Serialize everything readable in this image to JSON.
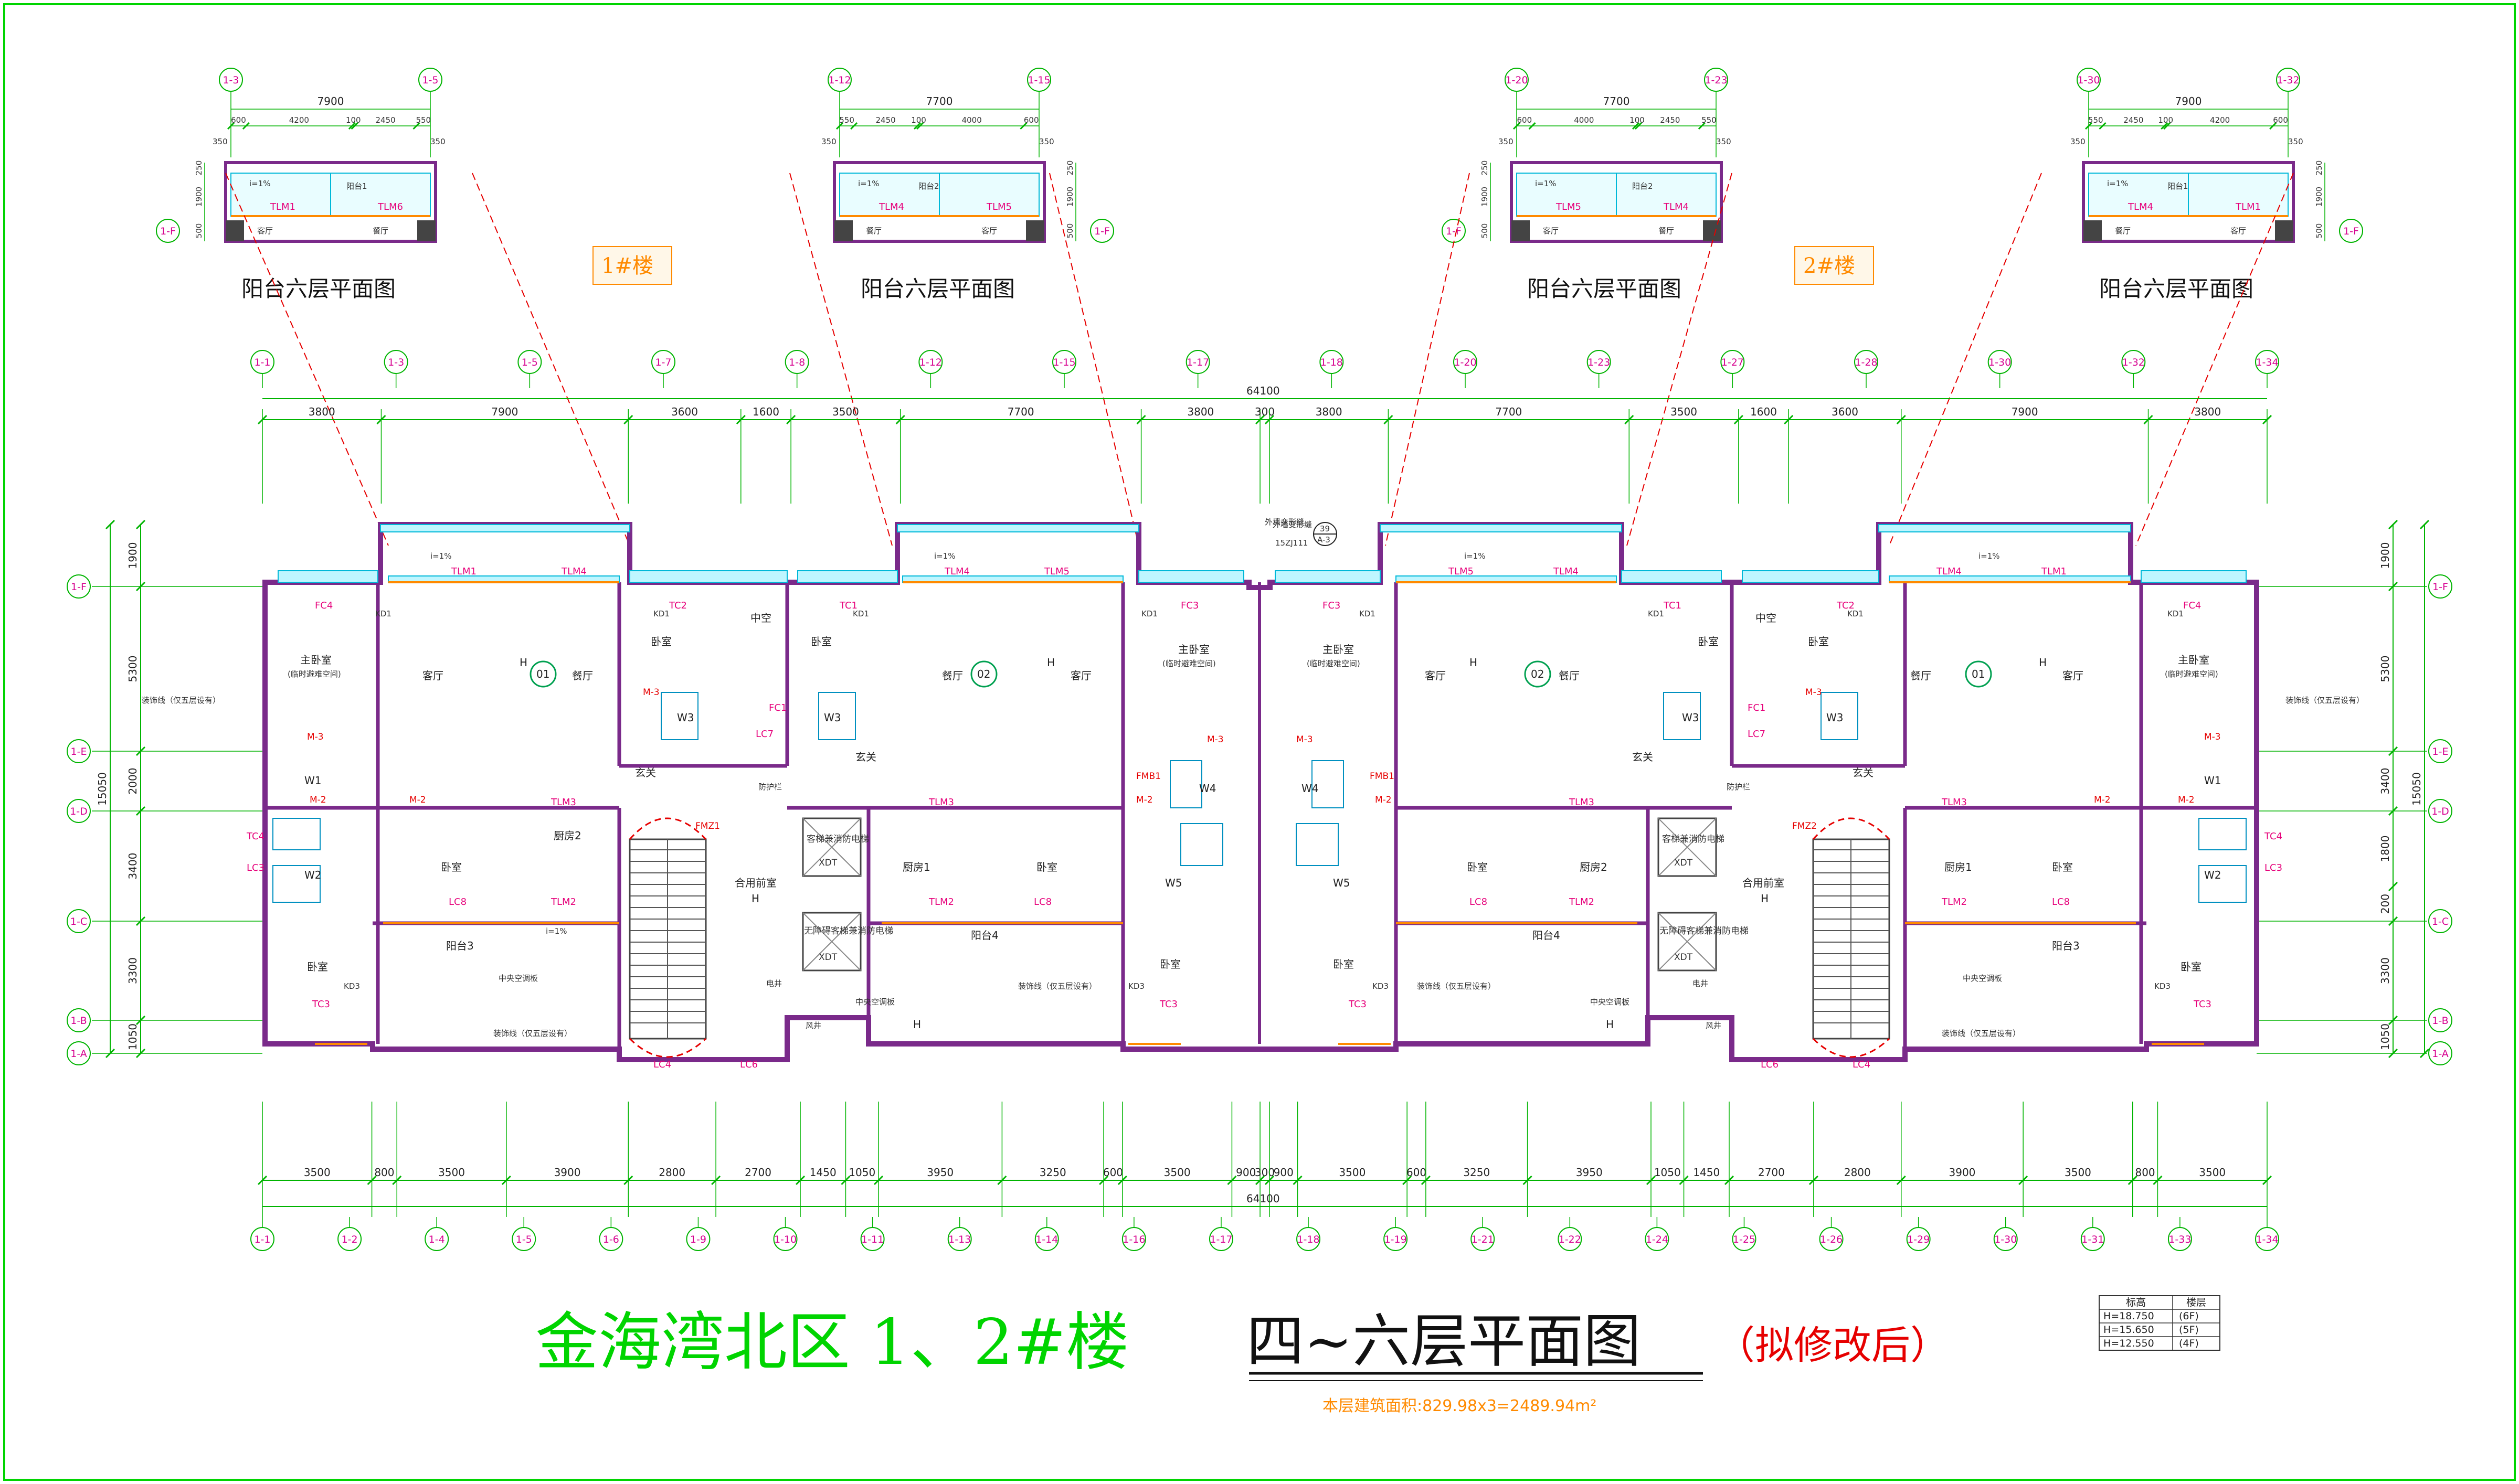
{
  "title": {
    "main": "金海湾北区 1、2#楼",
    "floor": "四~六层平面图",
    "note": "（拟修改后）"
  },
  "area_note": "本层建筑面积:829.98x3=2489.94m²",
  "building_labels": [
    "1#楼",
    "2#楼"
  ],
  "balcony_caption": "阳台六层平面图",
  "overall_dimension": "64100",
  "top_dims": [
    "3800",
    "7900",
    "3600",
    "1600",
    "3500",
    "7700",
    "3800",
    "300",
    "3800",
    "7700",
    "3500",
    "1600",
    "3600",
    "7900",
    "3800"
  ],
  "bottom_dims": [
    "3500",
    "800",
    "3500",
    "3900",
    "2800",
    "2700",
    "1450",
    "1050",
    "3950",
    "3250",
    "600",
    "3500",
    "900",
    "300",
    "900",
    "3500",
    "600",
    "3250",
    "3950",
    "1050",
    "1450",
    "2700",
    "2800",
    "3900",
    "3500",
    "800",
    "3500"
  ],
  "top_axes": [
    "1-1",
    "1-3",
    "1-5",
    "1-7",
    "1-8",
    "1-12",
    "1-15",
    "1-17",
    "1-18",
    "1-20",
    "1-23",
    "1-27",
    "1-28",
    "1-30",
    "1-32",
    "1-34"
  ],
  "bottom_axes": [
    "1-1",
    "1-2",
    "1-4",
    "1-5",
    "1-6",
    "1-9",
    "1-10",
    "1-11",
    "1-13",
    "1-14",
    "1-16",
    "1-17",
    "1-18",
    "1-19",
    "1-21",
    "1-22",
    "1-24",
    "1-25",
    "1-26",
    "1-29",
    "1-30",
    "1-31",
    "1-33",
    "1-34"
  ],
  "row_axes": [
    "1-F",
    "1-E",
    "1-D",
    "1-C",
    "1-B",
    "1-A"
  ],
  "left_dims": [
    "1900",
    "5300",
    "2000",
    "3400",
    "3300",
    "1050"
  ],
  "left_total": "15050",
  "right_dims": [
    "1900",
    "5300",
    "3400",
    "1800",
    "200",
    "3300",
    "1050"
  ],
  "right_total": "15050",
  "balconies": [
    {
      "axes": [
        "1-3",
        "1-5"
      ],
      "total": "7900",
      "parts": [
        "600",
        "4200",
        "100",
        "2450",
        "550"
      ],
      "side": [
        "250",
        "1900",
        "500"
      ],
      "side_axis": "1-F",
      "ends": [
        "350",
        "350"
      ],
      "rooms": [
        "阳台1",
        "客厅",
        "餐厅"
      ],
      "windows": [
        "TLM1",
        "TLM6"
      ],
      "slope": "i=1%"
    },
    {
      "axes": [
        "1-12",
        "1-15"
      ],
      "total": "7700",
      "parts": [
        "550",
        "2450",
        "100",
        "4000",
        "600"
      ],
      "side": [
        "250",
        "1900",
        "500"
      ],
      "side_axis": "1-F",
      "ends": [
        "350",
        "350"
      ],
      "rooms": [
        "阳台2",
        "餐厅",
        "客厅"
      ],
      "windows": [
        "TLM4",
        "TLM5"
      ],
      "slope": "i=1%"
    },
    {
      "axes": [
        "1-20",
        "1-23"
      ],
      "total": "7700",
      "parts": [
        "600",
        "4000",
        "100",
        "2450",
        "550"
      ],
      "side": [
        "250",
        "1900",
        "500"
      ],
      "side_axis": "1-F",
      "ends": [
        "350",
        "350"
      ],
      "rooms": [
        "阳台2",
        "客厅",
        "餐厅"
      ],
      "windows": [
        "TLM5",
        "TLM4"
      ],
      "slope": "i=1%"
    },
    {
      "axes": [
        "1-30",
        "1-32"
      ],
      "total": "7900",
      "parts": [
        "550",
        "2450",
        "100",
        "4200",
        "600"
      ],
      "side": [
        "250",
        "1900",
        "500"
      ],
      "side_axis": "1-F",
      "ends": [
        "350",
        "350"
      ],
      "rooms": [
        "阳台1",
        "餐厅",
        "客厅"
      ],
      "windows": [
        "TLM4",
        "TLM1"
      ],
      "slope": "i=1%"
    }
  ],
  "plan_labels": {
    "bedroom": "卧室",
    "master": "主卧室",
    "temp_refuge": "(临时避难空间)",
    "living": "客厅",
    "dining": "餐厅",
    "kitchen1": "厨房1",
    "kitchen2": "厨房2",
    "balcony1": "阳台1",
    "balcony2": "阳台2",
    "balcony3": "阳台3",
    "balcony4": "阳台4",
    "foyer": "玄关",
    "atrium": "中空",
    "corridor": "合用前室",
    "ac_board": "中央空调板",
    "deco_line": "装饰线（仅五层设有）",
    "fire_lift": "客梯兼消防电梯",
    "fire_lift2": "无障碍客梯兼消防电梯",
    "lift_code": "XDT",
    "pipe_well": "电井",
    "wind_well": "风井",
    "railing": "防护栏",
    "outdoor_ac": "外墙变形缝",
    "unit_01": "01",
    "unit_02": "02",
    "slope": "i=1%"
  },
  "detail_mark": {
    "num": "39",
    "sheet": "A-3",
    "ref": "15ZJ111",
    "label": "外墙变形缝"
  },
  "window_labels": [
    "TLM1",
    "TLM4",
    "TLM5",
    "TLM3",
    "TLM2",
    "FC4",
    "FC3",
    "FC1",
    "TC1",
    "TC2",
    "TC3",
    "TC4",
    "LC3",
    "LC4",
    "LC6",
    "LC7",
    "LC8",
    "KD1",
    "KD3"
  ],
  "door_labels": [
    "M-2",
    "M-3",
    "FMZ1",
    "FMZ2",
    "FMB1"
  ],
  "room_codes": [
    "W1",
    "W2",
    "W3",
    "W4",
    "W5",
    "H"
  ],
  "elevation_table": {
    "headers": [
      "标高",
      "楼层"
    ],
    "rows": [
      [
        "H=18.750",
        "(6F)"
      ],
      [
        "H=15.650",
        "(5F)"
      ],
      [
        "H=12.550",
        "(4F)"
      ]
    ]
  }
}
